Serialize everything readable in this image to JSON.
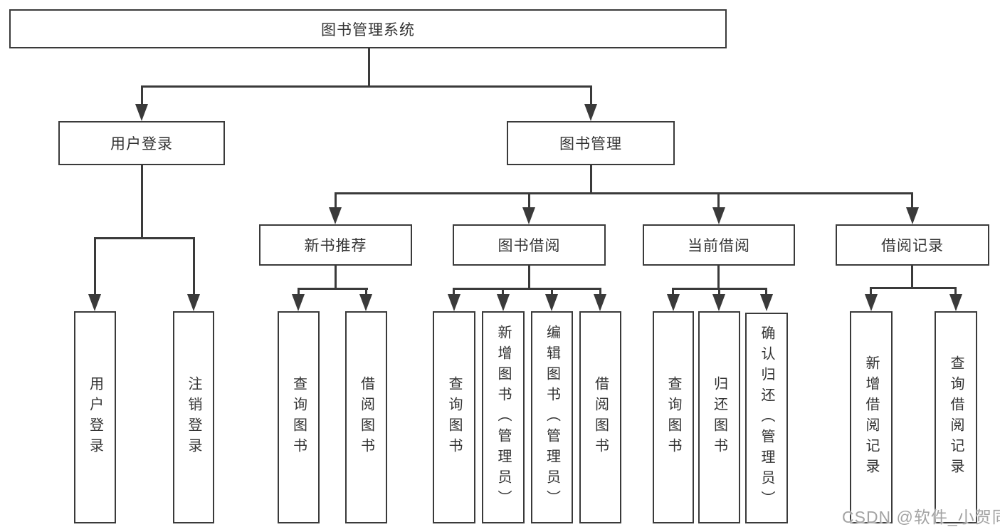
{
  "diagram_title": "图书管理系统",
  "hierarchy": {
    "label": "图书管理系统",
    "children": [
      {
        "label": "用户登录",
        "children": [
          {
            "label": "用户登录"
          },
          {
            "label": "注销登录"
          }
        ]
      },
      {
        "label": "图书管理",
        "children": [
          {
            "label": "新书推荐",
            "children": [
              {
                "label": "查询图书"
              },
              {
                "label": "借阅图书"
              }
            ]
          },
          {
            "label": "图书借阅",
            "children": [
              {
                "label": "查询图书"
              },
              {
                "label": "新增图书（管理员）"
              },
              {
                "label": "编辑图书（管理员）"
              },
              {
                "label": "借阅图书"
              }
            ]
          },
          {
            "label": "当前借阅",
            "children": [
              {
                "label": "查询图书"
              },
              {
                "label": "归还图书"
              },
              {
                "label": "确认归还（管理员）"
              }
            ]
          },
          {
            "label": "借阅记录",
            "children": [
              {
                "label": "新增借阅记录"
              },
              {
                "label": "查询借阅记录"
              }
            ]
          }
        ]
      }
    ]
  },
  "watermark": {
    "text": "CSDN @软件_小贺同学"
  },
  "colors": {
    "line": "#3a3a3a",
    "text": "#333333",
    "background": "#ffffff",
    "watermark": "#a3a3a3"
  }
}
